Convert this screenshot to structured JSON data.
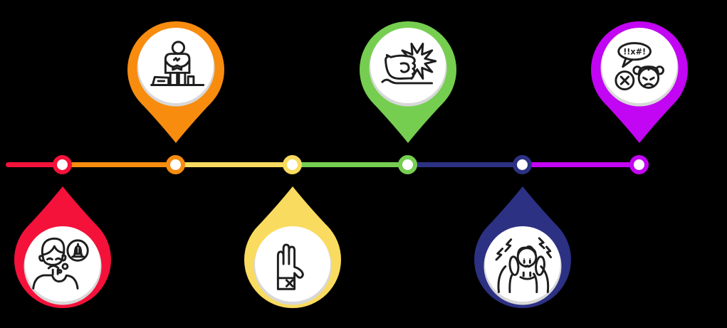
{
  "palette": {
    "background": "#000000",
    "white": "#FFFFFF",
    "shadow_gray": "#D8D8D8",
    "icon_stroke": "#1E1E1E"
  },
  "timeline": {
    "segments": [
      {
        "color": "#F4123A"
      },
      {
        "color": "#F78C0F"
      },
      {
        "color": "#F9DB5F"
      },
      {
        "color": "#76CE51"
      },
      {
        "color": "#2C3183"
      },
      {
        "color": "#C205F2"
      }
    ],
    "nodes": [
      {
        "color": "#F4123A"
      },
      {
        "color": "#F78C0F"
      },
      {
        "color": "#F9DB5F"
      },
      {
        "color": "#76CE51"
      },
      {
        "color": "#2C3183"
      },
      {
        "color": "#C205F2"
      }
    ]
  },
  "markers": [
    {
      "icon": "worried-person-alarm-thought-icon",
      "color": "#F4123A",
      "position": "bottom"
    },
    {
      "icon": "person-overworking-icon",
      "color": "#F78C0F",
      "position": "top"
    },
    {
      "icon": "stop-hand-x-icon",
      "color": "#F9DB5F",
      "position": "bottom"
    },
    {
      "icon": "fist-punch-icon",
      "color": "#76CE51",
      "position": "top"
    },
    {
      "icon": "stressed-person-holding-head-icon",
      "color": "#2C3183",
      "position": "bottom"
    },
    {
      "icon": "angry-girl-swearing-icon",
      "color": "#C205F2",
      "position": "top",
      "bubble_text": "!!x#!"
    }
  ]
}
